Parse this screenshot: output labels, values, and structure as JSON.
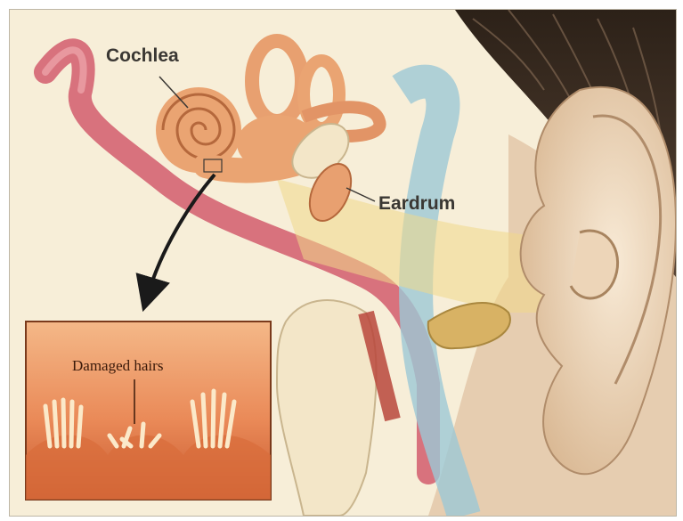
{
  "labels": {
    "cochlea": "Cochlea",
    "eardrum": "Eardrum",
    "damaged_hairs": "Damaged hairs"
  },
  "colors": {
    "background": "#f7eed8",
    "ear_skin": "#f0dcc0",
    "inner_ear": "#eaa472",
    "nerve": "#d8727d",
    "canal_blue": "#9cc8d6",
    "canal_yellow": "#f1d98a",
    "hair": "#3a2a1c",
    "inset_bg": "#f0a070",
    "arrow": "#1a1a1a"
  }
}
